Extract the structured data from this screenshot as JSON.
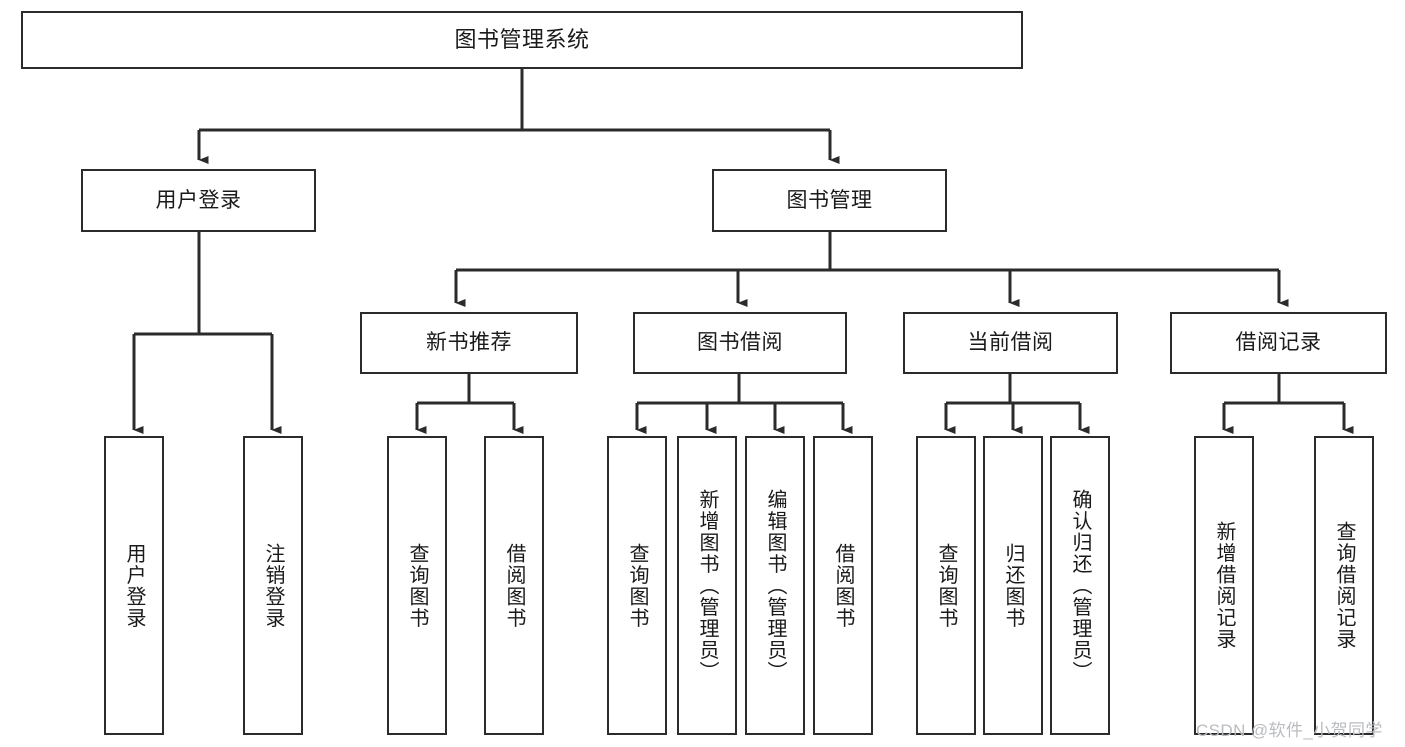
{
  "diagram": {
    "type": "tree-hierarchy-chart",
    "title": "图书管理系统",
    "stroke_color": "#2b2b2b",
    "text_color": "#1a1a1a",
    "background_color": "#ffffff",
    "nodes": {
      "root": {
        "label": "图书管理系统"
      },
      "level2": [
        {
          "label": "用户登录"
        },
        {
          "label": "图书管理"
        }
      ],
      "level3": [
        {
          "label": "新书推荐"
        },
        {
          "label": "图书借阅"
        },
        {
          "label": "当前借阅"
        },
        {
          "label": "借阅记录"
        }
      ],
      "leaves_user_login": [
        {
          "label": "用户登录"
        },
        {
          "label": "注销登录"
        }
      ],
      "leaves_new_book": [
        {
          "label": "查询图书"
        },
        {
          "label": "借阅图书"
        }
      ],
      "leaves_borrow": [
        {
          "label": "查询图书"
        },
        {
          "label": "新增图书（管理员）"
        },
        {
          "label": "编辑图书（管理员）"
        },
        {
          "label": "借阅图书"
        }
      ],
      "leaves_current": [
        {
          "label": "查询图书"
        },
        {
          "label": "归还图书"
        },
        {
          "label": "确认归还（管理员）"
        }
      ],
      "leaves_records": [
        {
          "label": "新增借阅记录"
        },
        {
          "label": "查询借阅记录"
        }
      ]
    }
  },
  "watermark": {
    "text": "CSDN @软件_小贺同学"
  }
}
